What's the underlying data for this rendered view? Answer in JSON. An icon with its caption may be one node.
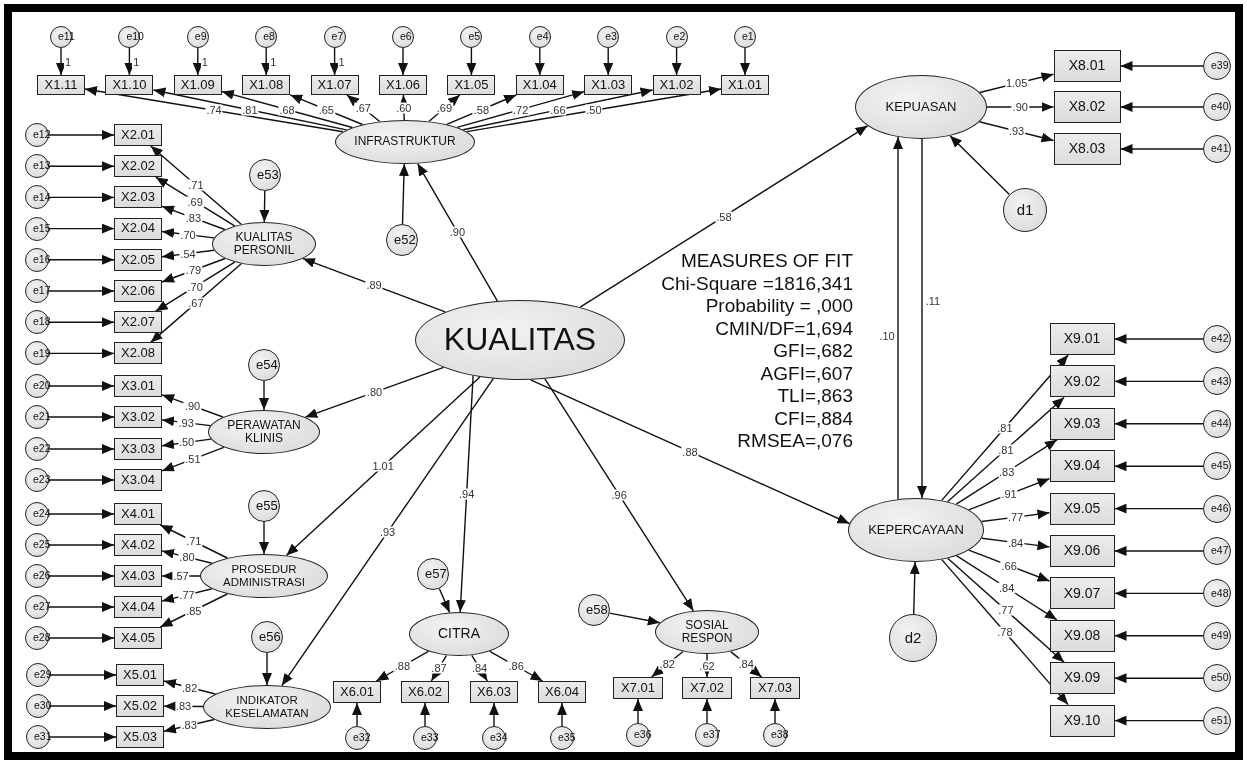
{
  "diagram": {
    "nodes": [
      {
        "text": [
          "e11"
        ]
      },
      {
        "text": [
          "e10"
        ]
      },
      {
        "text": [
          "e9"
        ]
      },
      {
        "text": [
          "e8"
        ]
      },
      {
        "text": [
          "e7"
        ]
      },
      {
        "text": [
          "e6"
        ]
      },
      {
        "text": [
          "e5"
        ]
      },
      {
        "text": [
          "e4"
        ]
      },
      {
        "text": [
          "e3"
        ]
      },
      {
        "text": [
          "e2"
        ]
      },
      {
        "text": [
          "e1"
        ]
      },
      {
        "text": [
          "X1.11"
        ]
      },
      {
        "text": [
          "X1.10"
        ]
      },
      {
        "text": [
          "X1.09"
        ]
      },
      {
        "text": [
          "X1.08"
        ]
      },
      {
        "text": [
          "X1.07"
        ]
      },
      {
        "text": [
          "X1.06"
        ]
      },
      {
        "text": [
          "X1.05"
        ]
      },
      {
        "text": [
          "X1.04"
        ]
      },
      {
        "text": [
          "X1.03"
        ]
      },
      {
        "text": [
          "X1.02"
        ]
      },
      {
        "text": [
          "X1.01"
        ]
      },
      {
        "text": [
          "INFRASTRUKTUR"
        ]
      },
      {
        "text": [
          "e52"
        ]
      },
      {
        "text": [
          "KEPUASAN"
        ]
      },
      {
        "text": [
          "X8.01"
        ]
      },
      {
        "text": [
          "X8.02"
        ]
      },
      {
        "text": [
          "X8.03"
        ]
      },
      {
        "text": [
          "e39"
        ]
      },
      {
        "text": [
          "e40"
        ]
      },
      {
        "text": [
          "e41"
        ]
      },
      {
        "text": [
          "d1"
        ]
      },
      {
        "text": [
          "e12"
        ]
      },
      {
        "text": [
          "e13"
        ]
      },
      {
        "text": [
          "e14"
        ]
      },
      {
        "text": [
          "e15"
        ]
      },
      {
        "text": [
          "e16"
        ]
      },
      {
        "text": [
          "e17"
        ]
      },
      {
        "text": [
          "e18"
        ]
      },
      {
        "text": [
          "e19"
        ]
      },
      {
        "text": [
          "X2.01"
        ]
      },
      {
        "text": [
          "X2.02"
        ]
      },
      {
        "text": [
          "X2.03"
        ]
      },
      {
        "text": [
          "X2.04"
        ]
      },
      {
        "text": [
          "X2.05"
        ]
      },
      {
        "text": [
          "X2.06"
        ]
      },
      {
        "text": [
          "X2.07"
        ]
      },
      {
        "text": [
          "X2.08"
        ]
      },
      {
        "text": [
          "e53"
        ]
      },
      {
        "text": [
          "KUALITAS PERSONIL"
        ]
      },
      {
        "text": [
          "KUALITAS"
        ]
      },
      {
        "text": [
          "e20"
        ]
      },
      {
        "text": [
          "e21"
        ]
      },
      {
        "text": [
          "e22"
        ]
      },
      {
        "text": [
          "e23"
        ]
      },
      {
        "text": [
          "X3.01"
        ]
      },
      {
        "text": [
          "X3.02"
        ]
      },
      {
        "text": [
          "X3.03"
        ]
      },
      {
        "text": [
          "X3.04"
        ]
      },
      {
        "text": [
          "e54"
        ]
      },
      {
        "text": [
          "PERAWATAN KLINIS"
        ]
      },
      {
        "text": [
          "e24"
        ]
      },
      {
        "text": [
          "e25"
        ]
      },
      {
        "text": [
          "e26"
        ]
      },
      {
        "text": [
          "e27"
        ]
      },
      {
        "text": [
          "e28"
        ]
      },
      {
        "text": [
          "X4.01"
        ]
      },
      {
        "text": [
          "X4.02"
        ]
      },
      {
        "text": [
          "X4.03"
        ]
      },
      {
        "text": [
          "X4.04"
        ]
      },
      {
        "text": [
          "X4.05"
        ]
      },
      {
        "text": [
          "e55"
        ]
      },
      {
        "text": [
          "PROSEDUR ADMINISTRASI"
        ]
      },
      {
        "text": [
          "e29"
        ]
      },
      {
        "text": [
          "e30"
        ]
      },
      {
        "text": [
          "e31"
        ]
      },
      {
        "text": [
          "X5.01"
        ]
      },
      {
        "text": [
          "X5.02"
        ]
      },
      {
        "text": [
          "X5.03"
        ]
      },
      {
        "text": [
          "e56"
        ]
      },
      {
        "text": [
          "INDIKATOR KESELAMATAN"
        ]
      },
      {
        "text": [
          "e57"
        ]
      },
      {
        "text": [
          "CITRA"
        ]
      },
      {
        "text": [
          "X6.01"
        ]
      },
      {
        "text": [
          "X6.02"
        ]
      },
      {
        "text": [
          "X6.03"
        ]
      },
      {
        "text": [
          "X6.04"
        ]
      },
      {
        "text": [
          "e32"
        ]
      },
      {
        "text": [
          "e33"
        ]
      },
      {
        "text": [
          "e34"
        ]
      },
      {
        "text": [
          "e35"
        ]
      },
      {
        "text": [
          "e58"
        ]
      },
      {
        "text": [
          "SOSIAL RESPON"
        ]
      },
      {
        "text": [
          "X7.01"
        ]
      },
      {
        "text": [
          "X7.02"
        ]
      },
      {
        "text": [
          "X7.03"
        ]
      },
      {
        "text": [
          "e36"
        ]
      },
      {
        "text": [
          "e37"
        ]
      },
      {
        "text": [
          "e38"
        ]
      },
      {
        "text": [
          "KEPERCAYAAN"
        ]
      },
      {
        "text": [
          "X9.01"
        ]
      },
      {
        "text": [
          "X9.02"
        ]
      },
      {
        "text": [
          "X9.03"
        ]
      },
      {
        "text": [
          "X9.04"
        ]
      },
      {
        "text": [
          "X9.05"
        ]
      },
      {
        "text": [
          "X9.06"
        ]
      },
      {
        "text": [
          "X9.07"
        ]
      },
      {
        "text": [
          "X9.08"
        ]
      },
      {
        "text": [
          "X9.09"
        ]
      },
      {
        "text": [
          "X9.10"
        ]
      },
      {
        "text": [
          "e42"
        ]
      },
      {
        "text": [
          "e43"
        ]
      },
      {
        "text": [
          "e44"
        ]
      },
      {
        "text": [
          "e45"
        ]
      },
      {
        "text": [
          "e46"
        ]
      },
      {
        "text": [
          "e47"
        ]
      },
      {
        "text": [
          "e48"
        ]
      },
      {
        "text": [
          "e49"
        ]
      },
      {
        "text": [
          "e50"
        ]
      },
      {
        "text": [
          "e51"
        ]
      },
      {
        "text": [
          "d2"
        ]
      }
    ],
    "edges": [
      {
        "from": 50,
        "to": 22,
        "arrow": "to",
        "label": ".90"
      },
      {
        "from": 50,
        "to": 24,
        "arrow": "to",
        "label": ".58"
      },
      {
        "from": 50,
        "to": 49,
        "arrow": "to",
        "label": ".89"
      },
      {
        "from": 50,
        "to": 60,
        "arrow": "to",
        "label": ".80"
      },
      {
        "from": 50,
        "to": 72,
        "arrow": "to",
        "label": "1.01"
      },
      {
        "from": 50,
        "to": 80,
        "arrow": "to",
        "label": ".93"
      },
      {
        "from": 50,
        "to": 82,
        "arrow": "to",
        "label": ".94"
      },
      {
        "from": 50,
        "to": 92,
        "arrow": "to",
        "label": ".96"
      },
      {
        "from": 50,
        "to": 99,
        "arrow": "to",
        "label": ".88"
      },
      {
        "from": 99,
        "to": 24,
        "arrow": "to",
        "label": ".10"
      },
      {
        "from": 24,
        "to": 99,
        "arrow": "to",
        "label": ".11"
      },
      {
        "from": 23,
        "to": 22,
        "arrow": "to"
      },
      {
        "from": 31,
        "to": 24,
        "arrow": "to"
      },
      {
        "from": 120,
        "to": 99,
        "arrow": "to"
      },
      {
        "from": 48,
        "to": 49,
        "arrow": "to"
      },
      {
        "from": 59,
        "to": 60,
        "arrow": "to"
      },
      {
        "from": 71,
        "to": 72,
        "arrow": "to"
      },
      {
        "from": 79,
        "to": 80,
        "arrow": "to"
      },
      {
        "from": 81,
        "to": 82,
        "arrow": "to"
      },
      {
        "from": 91,
        "to": 92,
        "arrow": "to"
      },
      {
        "from": 22,
        "to": 11,
        "arrow": "to",
        "label": ".74"
      },
      {
        "from": 22,
        "to": 12,
        "arrow": "to",
        "label": ".81"
      },
      {
        "from": 22,
        "to": 13,
        "arrow": "to",
        "label": ".68"
      },
      {
        "from": 22,
        "to": 14,
        "arrow": "to",
        "label": ".65"
      },
      {
        "from": 22,
        "to": 15,
        "arrow": "to",
        "label": ".67"
      },
      {
        "from": 22,
        "to": 16,
        "arrow": "to",
        "label": ".60"
      },
      {
        "from": 22,
        "to": 17,
        "arrow": "to",
        "label": ".69"
      },
      {
        "from": 22,
        "to": 18,
        "arrow": "to",
        "label": ".58"
      },
      {
        "from": 22,
        "to": 19,
        "arrow": "to",
        "label": ".72"
      },
      {
        "from": 22,
        "to": 20,
        "arrow": "to",
        "label": ".66"
      },
      {
        "from": 22,
        "to": 21,
        "arrow": "to",
        "label": ".50"
      },
      {
        "from": 0,
        "to": 11,
        "arrow": "to",
        "label": "1"
      },
      {
        "from": 1,
        "to": 12,
        "arrow": "to",
        "label": "1"
      },
      {
        "from": 2,
        "to": 13,
        "arrow": "to",
        "label": "1"
      },
      {
        "from": 3,
        "to": 14,
        "arrow": "to",
        "label": "1"
      },
      {
        "from": 4,
        "to": 15,
        "arrow": "to",
        "label": "1"
      },
      {
        "from": 5,
        "to": 16,
        "arrow": "to"
      },
      {
        "from": 6,
        "to": 17,
        "arrow": "to"
      },
      {
        "from": 7,
        "to": 18,
        "arrow": "to"
      },
      {
        "from": 8,
        "to": 19,
        "arrow": "to"
      },
      {
        "from": 9,
        "to": 20,
        "arrow": "to"
      },
      {
        "from": 10,
        "to": 21,
        "arrow": "to"
      },
      {
        "from": 24,
        "to": 25,
        "arrow": "to",
        "label": "1.05"
      },
      {
        "from": 24,
        "to": 26,
        "arrow": "to",
        "label": ".90"
      },
      {
        "from": 24,
        "to": 27,
        "arrow": "to",
        "label": ".93"
      },
      {
        "from": 28,
        "to": 25,
        "arrow": "to"
      },
      {
        "from": 29,
        "to": 26,
        "arrow": "to"
      },
      {
        "from": 30,
        "to": 27,
        "arrow": "to"
      },
      {
        "from": 49,
        "to": 40,
        "arrow": "to",
        "label": ".71"
      },
      {
        "from": 49,
        "to": 41,
        "arrow": "to",
        "label": ".69"
      },
      {
        "from": 49,
        "to": 42,
        "arrow": "to",
        "label": ".83"
      },
      {
        "from": 49,
        "to": 43,
        "arrow": "to",
        "label": ".70"
      },
      {
        "from": 49,
        "to": 44,
        "arrow": "to",
        "label": ".54"
      },
      {
        "from": 49,
        "to": 45,
        "arrow": "to",
        "label": ".79"
      },
      {
        "from": 49,
        "to": 46,
        "arrow": "to",
        "label": ".70"
      },
      {
        "from": 49,
        "to": 47,
        "arrow": "to",
        "label": ".67"
      },
      {
        "from": 32,
        "to": 40,
        "arrow": "to"
      },
      {
        "from": 33,
        "to": 41,
        "arrow": "to"
      },
      {
        "from": 34,
        "to": 42,
        "arrow": "to"
      },
      {
        "from": 35,
        "to": 43,
        "arrow": "to"
      },
      {
        "from": 36,
        "to": 44,
        "arrow": "to"
      },
      {
        "from": 37,
        "to": 45,
        "arrow": "to"
      },
      {
        "from": 38,
        "to": 46,
        "arrow": "to"
      },
      {
        "from": 39,
        "to": 47,
        "arrow": "to"
      },
      {
        "from": 60,
        "to": 55,
        "arrow": "to",
        "label": ".90"
      },
      {
        "from": 60,
        "to": 56,
        "arrow": "to",
        "label": ".93"
      },
      {
        "from": 60,
        "to": 57,
        "arrow": "to",
        "label": ".50"
      },
      {
        "from": 60,
        "to": 58,
        "arrow": "to",
        "label": ".51"
      },
      {
        "from": 51,
        "to": 55,
        "arrow": "to"
      },
      {
        "from": 52,
        "to": 56,
        "arrow": "to"
      },
      {
        "from": 53,
        "to": 57,
        "arrow": "to"
      },
      {
        "from": 54,
        "to": 58,
        "arrow": "to"
      },
      {
        "from": 72,
        "to": 66,
        "arrow": "to",
        "label": ".71"
      },
      {
        "from": 72,
        "to": 67,
        "arrow": "to",
        "label": ".80"
      },
      {
        "from": 72,
        "to": 68,
        "arrow": "to",
        "label": ".57"
      },
      {
        "from": 72,
        "to": 69,
        "arrow": "to",
        "label": ".77"
      },
      {
        "from": 72,
        "to": 70,
        "arrow": "to",
        "label": ".85"
      },
      {
        "from": 61,
        "to": 66,
        "arrow": "to"
      },
      {
        "from": 62,
        "to": 67,
        "arrow": "to"
      },
      {
        "from": 63,
        "to": 68,
        "arrow": "to"
      },
      {
        "from": 64,
        "to": 69,
        "arrow": "to"
      },
      {
        "from": 65,
        "to": 70,
        "arrow": "to"
      },
      {
        "from": 80,
        "to": 76,
        "arrow": "to",
        "label": ".82"
      },
      {
        "from": 80,
        "to": 77,
        "arrow": "to",
        "label": ".83"
      },
      {
        "from": 80,
        "to": 78,
        "arrow": "to",
        "label": ".83"
      },
      {
        "from": 73,
        "to": 76,
        "arrow": "to"
      },
      {
        "from": 74,
        "to": 77,
        "arrow": "to"
      },
      {
        "from": 75,
        "to": 78,
        "arrow": "to"
      },
      {
        "from": 82,
        "to": 83,
        "arrow": "to",
        "label": ".88"
      },
      {
        "from": 82,
        "to": 84,
        "arrow": "to",
        "label": ".87"
      },
      {
        "from": 82,
        "to": 85,
        "arrow": "to",
        "label": ".84"
      },
      {
        "from": 82,
        "to": 86,
        "arrow": "to",
        "label": ".86"
      },
      {
        "from": 87,
        "to": 83,
        "arrow": "to"
      },
      {
        "from": 88,
        "to": 84,
        "arrow": "to"
      },
      {
        "from": 89,
        "to": 85,
        "arrow": "to"
      },
      {
        "from": 90,
        "to": 86,
        "arrow": "to"
      },
      {
        "from": 92,
        "to": 93,
        "arrow": "to",
        "label": ".82"
      },
      {
        "from": 92,
        "to": 94,
        "arrow": "to",
        "label": ".62"
      },
      {
        "from": 92,
        "to": 95,
        "arrow": "to",
        "label": ".84"
      },
      {
        "from": 96,
        "to": 93,
        "arrow": "to"
      },
      {
        "from": 97,
        "to": 94,
        "arrow": "to"
      },
      {
        "from": 98,
        "to": 95,
        "arrow": "to"
      },
      {
        "from": 99,
        "to": 100,
        "arrow": "to",
        "label": ".81"
      },
      {
        "from": 99,
        "to": 101,
        "arrow": "to",
        "label": ".81"
      },
      {
        "from": 99,
        "to": 102,
        "arrow": "to",
        "label": ".83"
      },
      {
        "from": 99,
        "to": 103,
        "arrow": "to",
        "label": ".91"
      },
      {
        "from": 99,
        "to": 104,
        "arrow": "to",
        "label": ".77"
      },
      {
        "from": 99,
        "to": 105,
        "arrow": "to",
        "label": ".84"
      },
      {
        "from": 99,
        "to": 106,
        "arrow": "to",
        "label": ".66"
      },
      {
        "from": 99,
        "to": 107,
        "arrow": "to",
        "label": ".84"
      },
      {
        "from": 99,
        "to": 108,
        "arrow": "to",
        "label": ".77"
      },
      {
        "from": 99,
        "to": 109,
        "arrow": "to",
        "label": ".78"
      },
      {
        "from": 110,
        "to": 100,
        "arrow": "to"
      },
      {
        "from": 111,
        "to": 101,
        "arrow": "to"
      },
      {
        "from": 112,
        "to": 102,
        "arrow": "to"
      },
      {
        "from": 113,
        "to": 103,
        "arrow": "to"
      },
      {
        "from": 114,
        "to": 104,
        "arrow": "to"
      },
      {
        "from": 115,
        "to": 105,
        "arrow": "to"
      },
      {
        "from": 116,
        "to": 106,
        "arrow": "to"
      },
      {
        "from": 117,
        "to": 107,
        "arrow": "to"
      },
      {
        "from": 118,
        "to": 108,
        "arrow": "to"
      },
      {
        "from": 119,
        "to": 109,
        "arrow": "to"
      }
    ],
    "labels": [
      "MEASURES OF FIT",
      "Chi-Square =1816,341",
      "Probability = ,000",
      "CMIN/DF=1,694",
      "GFI=,682",
      "AGFI=,607",
      "TLI=,863",
      "CFI=,884",
      "RMSEA=,076"
    ]
  }
}
